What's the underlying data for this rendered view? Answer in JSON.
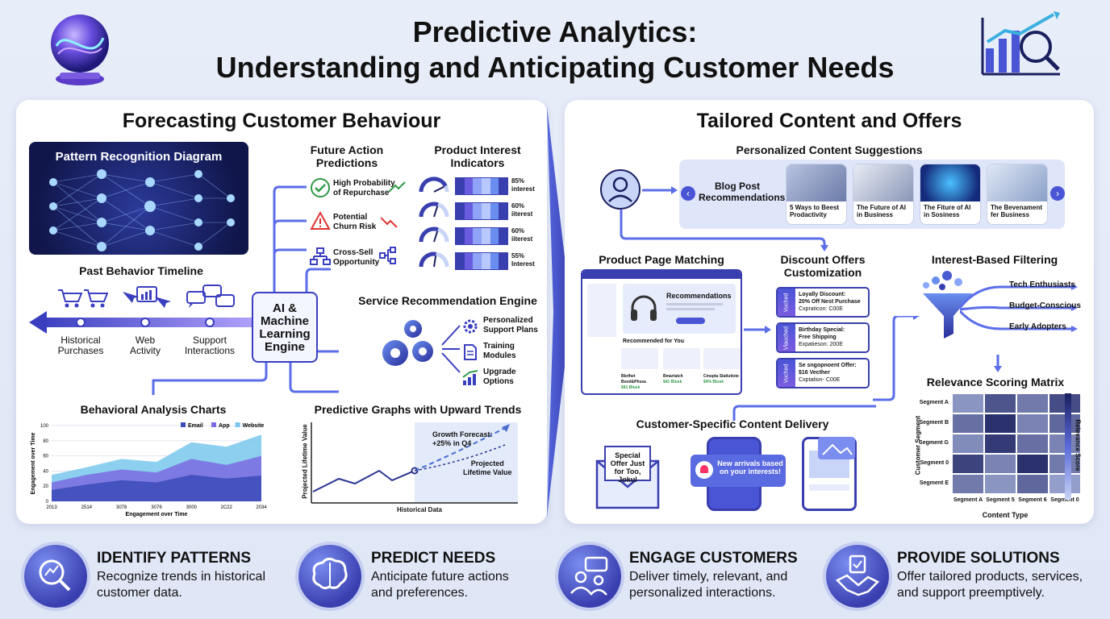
{
  "header": {
    "title_line1": "Predictive Analytics:",
    "title_line2": "Understanding and Anticipating Customer Needs"
  },
  "left_panel": {
    "title": "Forecasting Customer Behaviour",
    "pattern_title": "Pattern Recognition Diagram",
    "timeline": {
      "title": "Past Behavior Timeline",
      "items": [
        {
          "label1": "Historical",
          "label2": "Purchases",
          "icon": "shopping-cart-icon"
        },
        {
          "label1": "Web",
          "label2": "Activity",
          "icon": "cursor-chart-icon"
        },
        {
          "label1": "Support",
          "label2": "Interactions",
          "icon": "chat-bubbles-icon"
        }
      ]
    },
    "engine": {
      "line1": "AI &",
      "line2": "Machine",
      "line3": "Learning",
      "line4": "Engine"
    },
    "future": {
      "title1": "Future Action",
      "title2": "Predictions",
      "items": [
        {
          "line1": "High Probability",
          "line2": "of Repurchase",
          "icon": "check-circle-icon"
        },
        {
          "line1": "Potential",
          "line2": "Churn Risk",
          "icon": "warning-icon"
        },
        {
          "line1": "Cross-Sell",
          "line2": "Opportunity",
          "icon": "hierarchy-icon"
        }
      ]
    },
    "interest": {
      "title1": "Product Interest",
      "title2": "Indicators",
      "items": [
        {
          "pct": "85%",
          "label": "interest",
          "level": 0.85
        },
        {
          "pct": "60%",
          "label": "iiterest",
          "level": 0.6
        },
        {
          "pct": "60%",
          "label": "iiterest",
          "level": 0.6
        },
        {
          "pct": "55%",
          "label": "Interest",
          "level": 0.55
        }
      ]
    },
    "service": {
      "title": "Service Recommendation Engine",
      "items": [
        {
          "line1": "Personalized",
          "line2": "Support Plans",
          "icon": "gear-icon"
        },
        {
          "line1": "Training",
          "line2": "Modules",
          "icon": "document-icon"
        },
        {
          "line1": "Upgrade",
          "line2": "Options",
          "icon": "bar-chart-icon"
        }
      ]
    },
    "behavioral_chart": {
      "title": "Behavioral Analysis Charts",
      "chart_data": {
        "type": "area",
        "title": "",
        "xlabel": "Engagement over Time",
        "ylabel": "Engagement over Time",
        "x": [
          "2013",
          "2514",
          "3076",
          "3076",
          "3000",
          "2C22",
          "2034"
        ],
        "ylim": [
          0,
          100
        ],
        "yticks": [
          "0",
          "20",
          "40",
          "60",
          "80",
          "100"
        ],
        "legend_position": "top-right",
        "series": [
          {
            "name": "Email",
            "values": [
              15,
              22,
              28,
              25,
              35,
              30,
              34
            ],
            "color": "#3b4bb8"
          },
          {
            "name": "App",
            "values": [
              25,
              35,
              42,
              38,
              56,
              48,
              60
            ],
            "color": "#7b6be0"
          },
          {
            "name": "Website",
            "values": [
              35,
              45,
              56,
              52,
              78,
              72,
              88
            ],
            "color": "#79c7ec"
          }
        ]
      }
    },
    "predictive_chart": {
      "title": "Predictive Graphs with Upward Trends",
      "chart_data": {
        "type": "line",
        "ylabel": "Projected Lifetime Value",
        "xlabel": "Historical Data",
        "annotations": [
          "Growth Forecast:",
          "+25% in Q4",
          "Projected",
          "Lifetime Value"
        ]
      }
    }
  },
  "right_panel": {
    "title": "Tailored Content and Offers",
    "suggestions": {
      "title": "Personalized Content Suggestions",
      "blog_label1": "Blog Post",
      "blog_label2": "Recommendations",
      "cards": [
        {
          "line1": "5 Ways to Beest",
          "line2": "Prodactivity"
        },
        {
          "line1": "The Future of AI",
          "line2": "in Business"
        },
        {
          "line1": "The Fiture of AI",
          "line2": "in Sosiness"
        },
        {
          "line1": "The Bevenament",
          "line2": "fer Business"
        }
      ]
    },
    "product_page": {
      "title": "Product Page Matching",
      "recommendations": "Recommendations",
      "recommended_for_you": "Recommended for You",
      "products": [
        {
          "name": "Bbrlhet Bsnd&Phssa",
          "price": "$41 Blusk"
        },
        {
          "name": "Bmartatch",
          "price": "$41 Blusk"
        },
        {
          "name": "Cmspta Slatlutiote",
          "price": "$4% Blusk"
        }
      ]
    },
    "discount": {
      "title1": "Discount Offers",
      "title2": "Customization",
      "offers": [
        {
          "tab": "Vuched",
          "line1": "Loyally Discount:",
          "line2": "20% Off Nest Purchase",
          "line3": "Cxpraticon: C00E"
        },
        {
          "tab": "Vlauched",
          "line1": "Birthday Special:",
          "line2": "Free Shipping",
          "line3": "Expatieson: 200E"
        },
        {
          "tab": "Vuched",
          "line1": "Se sngopnoent Offer:",
          "line2": "$16 Vecther",
          "line3": "Cxptation- C00E"
        }
      ]
    },
    "filtering": {
      "title": "Interest-Based Filtering",
      "items": [
        "Tech Enthusiasts",
        "Budget-Conscious",
        "Early Adopters"
      ]
    },
    "delivery": {
      "title": "Customer-Specific Content Delivery",
      "email_text": "Special Offer Just for Too, Jokul",
      "phone_text": "New arrivals based on your interests!"
    },
    "matrix": {
      "title": "Relevance Scoring Matrix",
      "ylabel": "Customer Segment",
      "xlabel": "Content Type",
      "legend_label": "Relevance Score",
      "rows": [
        "Segment A",
        "Segment B",
        "Segment G",
        "Segment 0",
        "Segment E"
      ],
      "cols": [
        "Segment A",
        "Segment 5",
        "Segment 6",
        "Segment 0"
      ],
      "values": [
        [
          0.35,
          0.7,
          0.5,
          0.75
        ],
        [
          0.55,
          0.9,
          0.45,
          0.6
        ],
        [
          0.4,
          0.85,
          0.55,
          0.45
        ],
        [
          0.8,
          0.45,
          0.9,
          0.5
        ],
        [
          0.5,
          0.35,
          0.6,
          0.3
        ]
      ]
    }
  },
  "footer": [
    {
      "title": "IDENTIFY PATTERNS",
      "line1": "Recognize trends in historical",
      "line2": "customer data.",
      "icon": "magnifier-chart-icon"
    },
    {
      "title": "PREDICT NEEDS",
      "line1": "Anticipate future actions",
      "line2": "and preferences.",
      "icon": "brain-icon"
    },
    {
      "title": "ENGAGE CUSTOMERS",
      "line1": "Deliver timely, relevant, and",
      "line2": "personalized interactions.",
      "icon": "people-chat-icon"
    },
    {
      "title": "PROVIDE SOLUTIONS",
      "line1": "Offer tailored products, services,",
      "line2": "and support preemptively.",
      "icon": "handshake-icon"
    }
  ],
  "colors": {
    "accent": "#4a55d6",
    "purple": "#7b5ce0",
    "light_blue": "#79c7ec",
    "dark_navy": "#1a1f5e"
  }
}
